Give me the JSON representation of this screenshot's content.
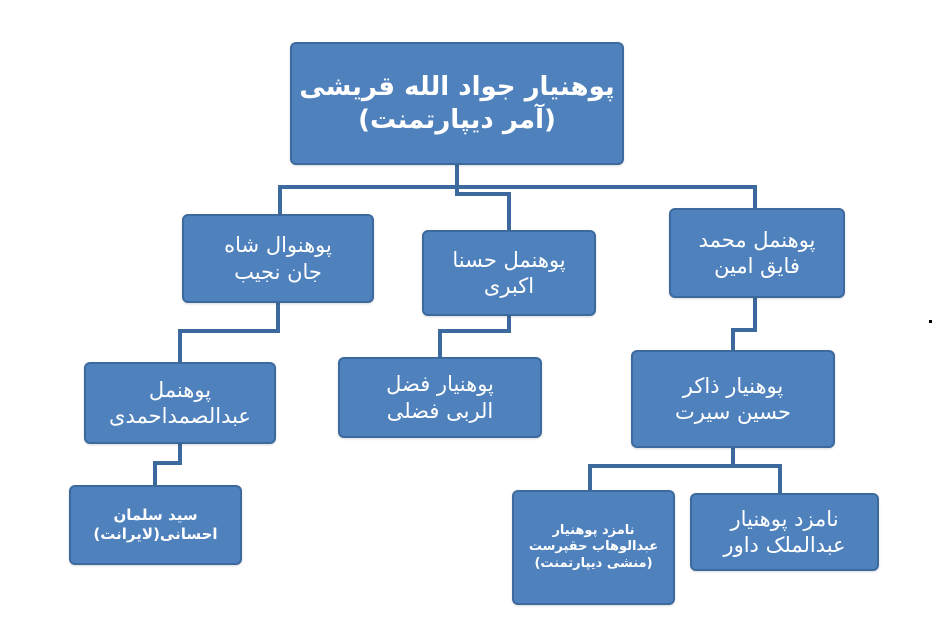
{
  "chart": {
    "root": {
      "line1": "پوهنیار جواد الله قریشی",
      "line2": "(آمر دیپارتمنت)"
    },
    "level1": {
      "right": {
        "line1": "پوهنمل محمد",
        "line2": "فایق امین"
      },
      "middle": {
        "line1": "پوهنمل حسنا",
        "line2": "اکبری"
      },
      "left": {
        "line1": "پوهنوال شاه",
        "line2": "جان نجیب"
      }
    },
    "level2": {
      "right": {
        "line1": "پوهنیار ذاکر",
        "line2": "حسین سیرت"
      },
      "middle": {
        "line1": "پوهنیار فضل",
        "line2": "الربی فضلی"
      },
      "left": {
        "line1": "پوهنمل",
        "line2": "عبدالصمداحمدی"
      }
    },
    "level3": {
      "right_a": {
        "line1": "نامزد پوهنیار",
        "line2": "عبدالملک داور"
      },
      "right_b": {
        "line1": "نامزد پوهنیار",
        "line2": "عبدالوهاب حقپرست",
        "line3": "(منشی دیپارتمنت)"
      },
      "left": {
        "line1": "سید سلمان",
        "line2": "احسانی(لایرانت)"
      }
    }
  },
  "colors": {
    "box_fill": "#4f81bd",
    "box_border": "#3d6a9e",
    "connector": "#3d6a9e",
    "text": "#ffffff"
  }
}
